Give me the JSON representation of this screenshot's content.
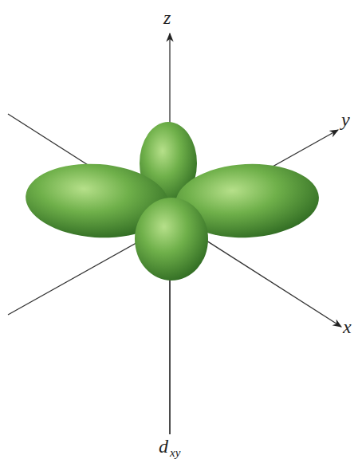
{
  "diagram": {
    "labels": [
      "z",
      "y",
      "x",
      "d",
      "xy"
    ]
  }
}
